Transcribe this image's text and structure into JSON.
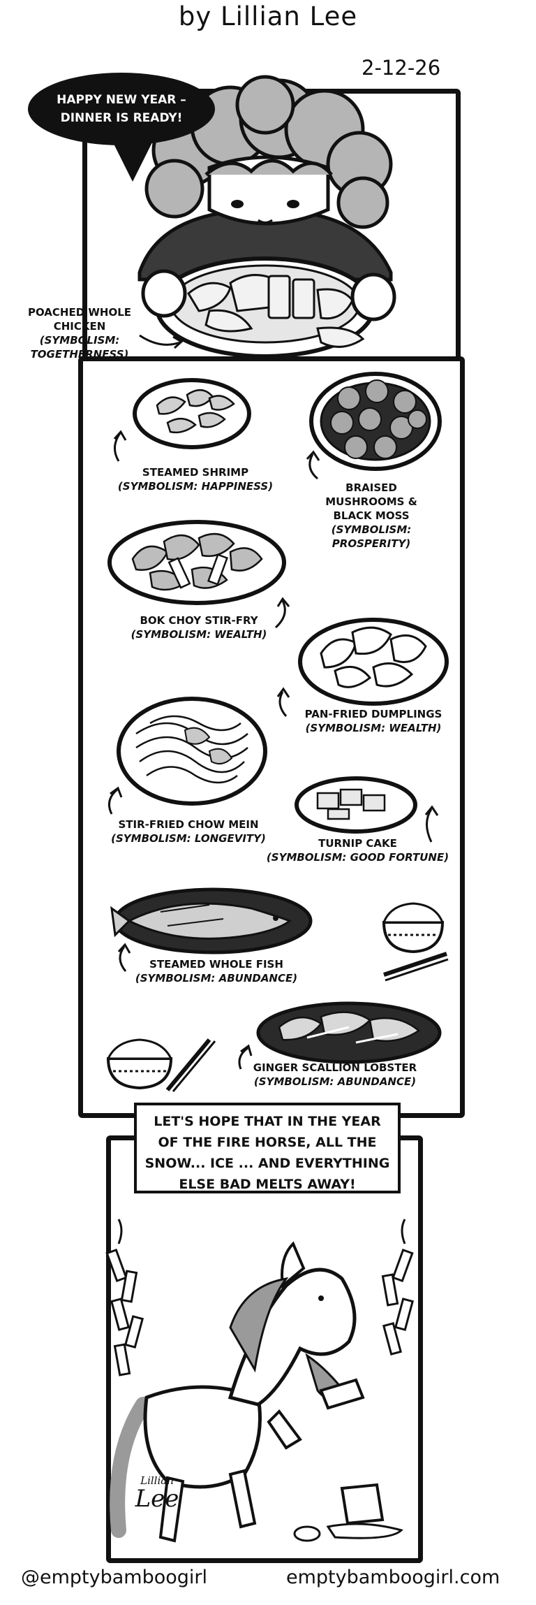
{
  "header": {
    "byline": "by Lillian Lee",
    "date": "2-12-26"
  },
  "speech_bubble": {
    "line1": "HAPPY NEW YEAR –",
    "line2": "DINNER IS READY!"
  },
  "dishes": {
    "chicken": {
      "name1": "POACHED WHOLE",
      "name2": "CHICKEN",
      "sym1": "(SYMBOLISM:",
      "sym2": "TOGETHERNESS)"
    },
    "shrimp": {
      "name": "STEAMED SHRIMP",
      "sym": "(SYMBOLISM: HAPPINESS)"
    },
    "mushrooms": {
      "name1": "BRAISED",
      "name2": "MUSHROOMS &",
      "name3": "BLACK MOSS",
      "sym1": "(SYMBOLISM:",
      "sym2": "PROSPERITY)"
    },
    "bokchoy": {
      "name": "BOK CHOY STIR-FRY",
      "sym": "(SYMBOLISM: WEALTH)"
    },
    "dumplings": {
      "name": "PAN-FRIED DUMPLINGS",
      "sym": "(SYMBOLISM: WEALTH)"
    },
    "chowmein": {
      "name": "STIR-FRIED CHOW MEIN",
      "sym": "(SYMBOLISM: LONGEVITY)"
    },
    "turnip": {
      "name": "TURNIP CAKE",
      "sym": "(SYMBOLISM: GOOD FORTUNE)"
    },
    "fish": {
      "name": "STEAMED WHOLE FISH",
      "sym": "(SYMBOLISM: ABUNDANCE)"
    },
    "lobster": {
      "name": "GINGER SCALLION LOBSTER",
      "sym": "(SYMBOLISM: ABUNDANCE)"
    }
  },
  "caption": {
    "line1": "LET'S HOPE THAT IN THE YEAR",
    "line2": "OF THE FIRE HORSE, ALL THE",
    "line3": "SNOW... ICE ... AND EVERYTHING",
    "line4": "ELSE BAD MELTS AWAY!"
  },
  "signature": {
    "line1": "Lillian",
    "line2": "Lee"
  },
  "footer": {
    "handle": "@emptybamboogirl",
    "site": "emptybamboogirl.com"
  },
  "colors": {
    "ink": "#111111",
    "paper": "#ffffff",
    "gray": "#9a9a9a",
    "hair": "#b5b5b5"
  }
}
